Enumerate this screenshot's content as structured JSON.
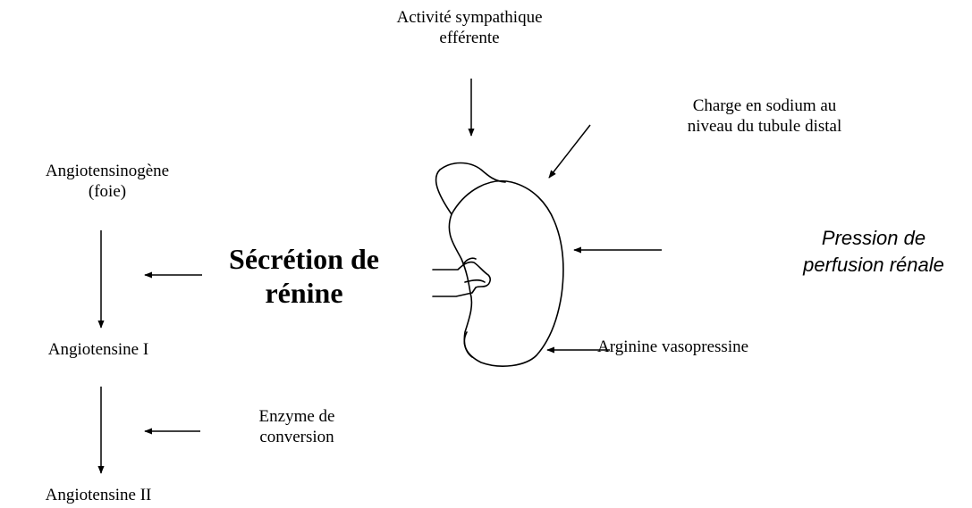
{
  "labels": {
    "sympathetic_line1": "Activité sympathique",
    "sympathetic_line2": "efférente",
    "sodium_line1": "Charge en sodium  au",
    "sodium_line2": "niveau du tubule distal",
    "angiotensinogen_line1": "Angiotensinogène",
    "angiotensinogen_line2": "(foie)",
    "renin_line1": "Sécrétion de",
    "renin_line2": "rénine",
    "pressure_line1": "Pression de",
    "pressure_line2": "perfusion rénale",
    "angiotensin1": "Angiotensine I",
    "vasopressin": "Arginine vasopressine",
    "enzyme_line1": "Enzyme de",
    "enzyme_line2": "conversion",
    "angiotensin2": "Angiotensine II"
  }
}
